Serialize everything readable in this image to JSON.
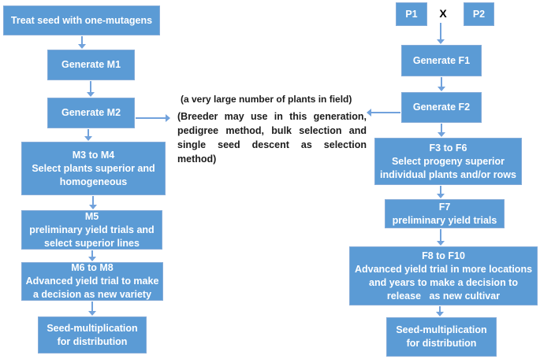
{
  "colors": {
    "box_fill": "#5b9bd5",
    "box_border": "#84abd8",
    "arrow": "#71a2dc",
    "box_text": "#ffffff",
    "annotation_text": "#1c1c1c",
    "page_bg": "#ffffff",
    "cross_text": "#000000"
  },
  "annotation": {
    "line1": "(a very large number of plants in field)",
    "paragraph": "(Breeder may use in this generation, pedigree method, bulk selection and single seed descent as selection method)"
  },
  "left_flow": {
    "boxes": [
      {
        "lines": [
          "Treat seed with one-mutagens"
        ]
      },
      {
        "lines": [
          "Generate M1"
        ]
      },
      {
        "lines": [
          "Generate M2"
        ]
      },
      {
        "lines": [
          "M3 to M4",
          "Select plants superior and",
          "homogeneous"
        ]
      },
      {
        "lines": [
          "M5",
          "preliminary yield trials and",
          "select superior lines"
        ]
      },
      {
        "lines": [
          "M6 to M8",
          "Advanced yield trial to make",
          "a decision as new variety"
        ]
      },
      {
        "lines": [
          "Seed-multiplication",
          "for distribution"
        ]
      }
    ]
  },
  "right_flow": {
    "parents": {
      "p1": "P1",
      "cross_symbol": "X",
      "p2": "P2"
    },
    "boxes": [
      {
        "lines": [
          "Generate F1"
        ]
      },
      {
        "lines": [
          "Generate F2"
        ]
      },
      {
        "lines": [
          "F3 to F6",
          "Select progeny superior",
          "individual plants and/or rows"
        ]
      },
      {
        "lines": [
          "F7",
          "preliminary yield trials"
        ]
      },
      {
        "lines": [
          "F8 to F10",
          "Advanced yield trial in more locations",
          "and years to make a decision to",
          "release   as new cultivar"
        ]
      },
      {
        "lines": [
          "Seed-multiplication",
          "for distribution"
        ]
      }
    ]
  }
}
